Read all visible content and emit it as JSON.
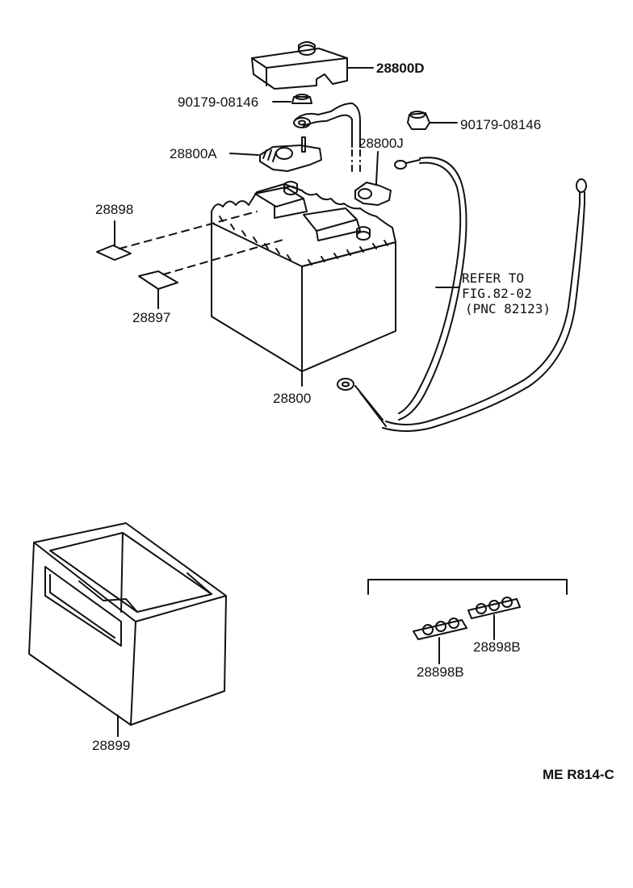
{
  "labels": {
    "cover": "28800D",
    "nut_left": "90179-08146",
    "nut_right": "90179-08146",
    "clamp": "28800A",
    "terminal": "28800J",
    "label_upper": "28898",
    "label_lower": "28897",
    "battery": "28800",
    "tray": "28899",
    "label_set_left": "28898B",
    "label_set_right": "28898B"
  },
  "note": {
    "line1": "REFER TO",
    "line2": "FIG.82-02",
    "line3": "(PNC 82123)"
  },
  "reference_code": "ME  R814-C",
  "colors": {
    "ink": "#111111",
    "paper": "#ffffff"
  }
}
